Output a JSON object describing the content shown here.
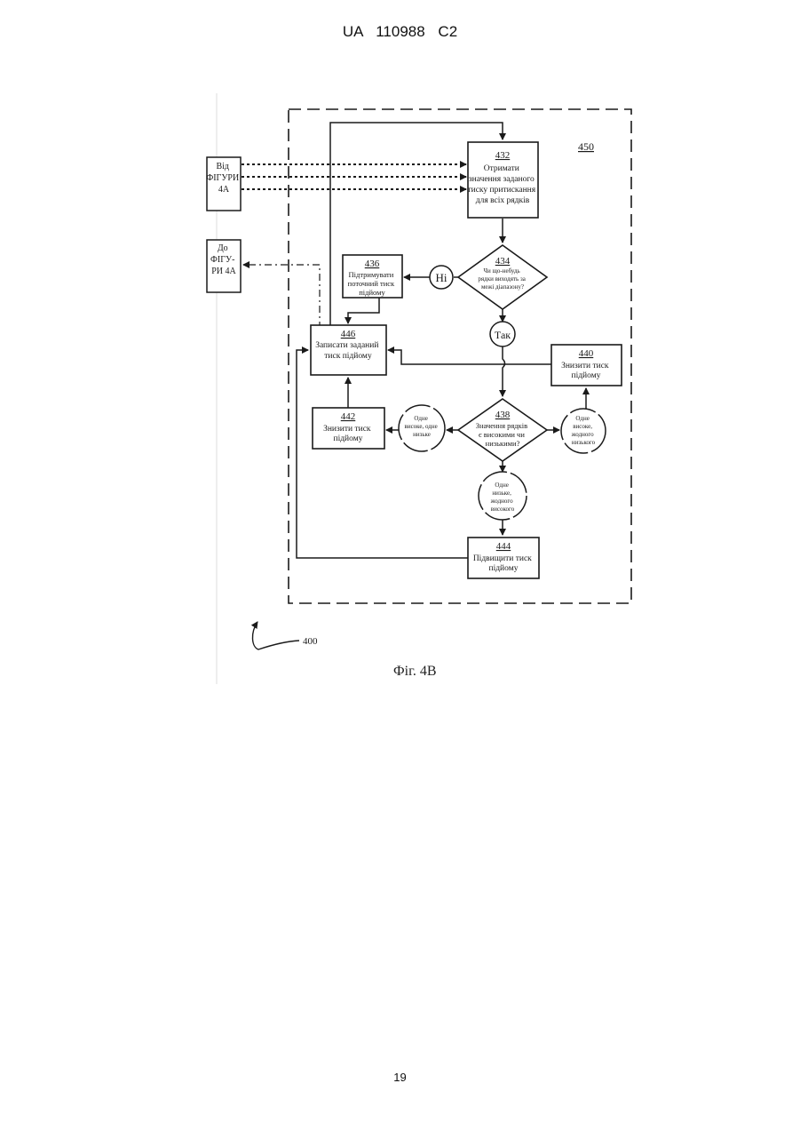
{
  "header": {
    "doc_id": "UA   110988   C2"
  },
  "footer": {
    "page_number": "19"
  },
  "figure": {
    "caption": "Фіг. 4В",
    "ref_400": "400",
    "ref_450": "450",
    "from_fig": [
      "Від",
      "ФІГУРИ",
      "4А"
    ],
    "to_fig": [
      "До",
      "ФІГУ-",
      "РИ 4А"
    ],
    "box_432": {
      "num": "432",
      "lines": [
        "Отримати",
        "значення заданого",
        "тиску притискання",
        "для всіх рядків"
      ]
    },
    "diamond_434": {
      "num": "434",
      "lines": [
        "Чи що-небудь",
        "рядки виходять за",
        "межі діапазону?"
      ]
    },
    "box_436": {
      "num": "436",
      "lines": [
        "Підтримувати",
        "поточний тиск",
        "підйому"
      ]
    },
    "no_label": "Ні",
    "yes_label": "Так",
    "box_446": {
      "num": "446",
      "lines": [
        "Записати заданий",
        "тиск підйому"
      ]
    },
    "box_440": {
      "num": "440",
      "lines": [
        "Знизити тиск",
        "підйому"
      ]
    },
    "diamond_438": {
      "num": "438",
      "lines": [
        "Значення рядків",
        "є високими чи",
        "низькими?"
      ]
    },
    "box_442": {
      "num": "442",
      "lines": [
        "Знизити тиск",
        "підйому"
      ]
    },
    "circle_left": [
      "Одне",
      "високе, одне",
      "низьке"
    ],
    "circle_right": [
      "Одне",
      "високе,",
      "жодного",
      "низького"
    ],
    "circle_bottom": [
      "Одне",
      "низьке,",
      "жодного",
      "високого"
    ],
    "box_444": {
      "num": "444",
      "lines": [
        "Підвищити тиск",
        "підйому"
      ]
    }
  }
}
